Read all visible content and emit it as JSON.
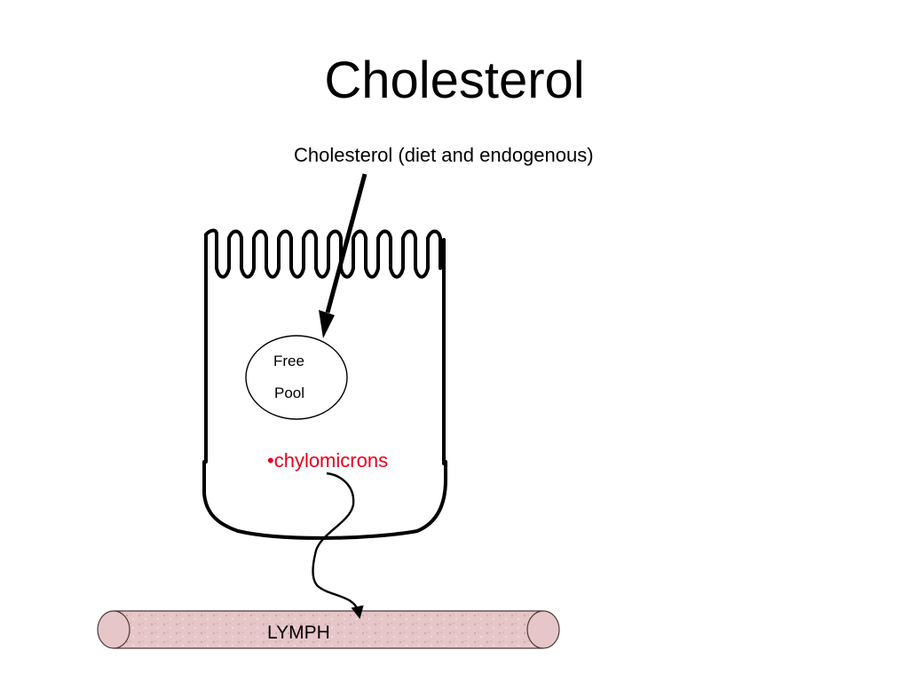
{
  "title": "Cholesterol",
  "source_label": "Cholesterol (diet and endogenous)",
  "pool": {
    "line1": "Free",
    "line2": "Pool"
  },
  "chylomicrons_label": "•chylomicrons",
  "lymph_label": "LYMPH",
  "colors": {
    "outline": "#000000",
    "chylomicrons_text": "#e8001c",
    "lymph_vessel_fill": "#e6c6c8",
    "lymph_vessel_stroke": "#4a3a3a"
  }
}
